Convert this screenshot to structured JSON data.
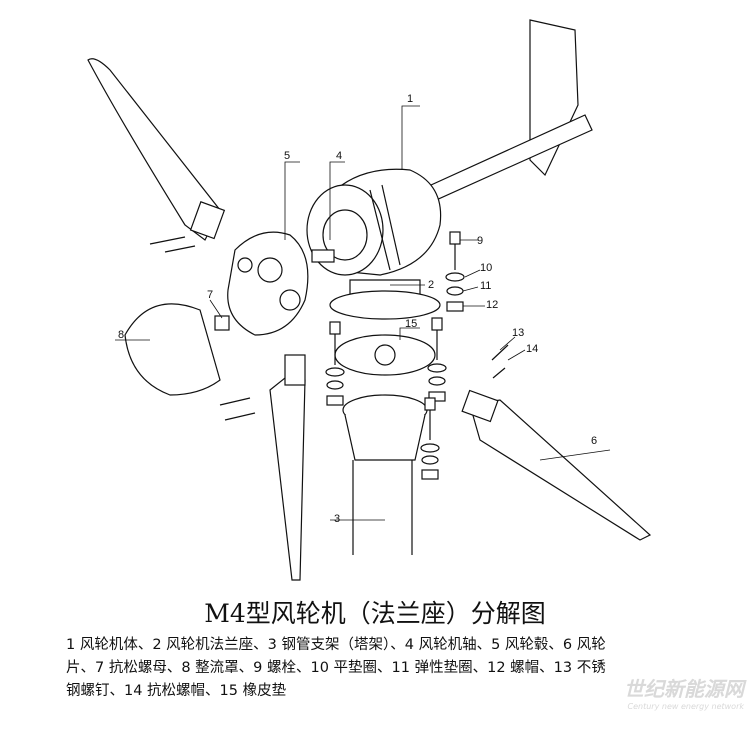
{
  "title": "M4型风轮机（法兰座）分解图",
  "legend": "1  风轮机体、2  风轮机法兰座、3  钢管支架（塔架）、4  风轮机轴、5  风轮毂、6  风轮片、7  抗松螺母、8  整流罩、9  螺栓、10  平垫圈、11  弹性垫圈、12  螺帽、13  不锈钢螺钉、14  抗松螺帽、15  橡皮垫",
  "callouts": [
    "1",
    "2",
    "3",
    "4",
    "5",
    "6",
    "7",
    "8",
    "9",
    "10",
    "11",
    "12",
    "13",
    "14",
    "15"
  ],
  "watermark": {
    "cn": "世纪新能源网",
    "en": "Century new energy network"
  }
}
